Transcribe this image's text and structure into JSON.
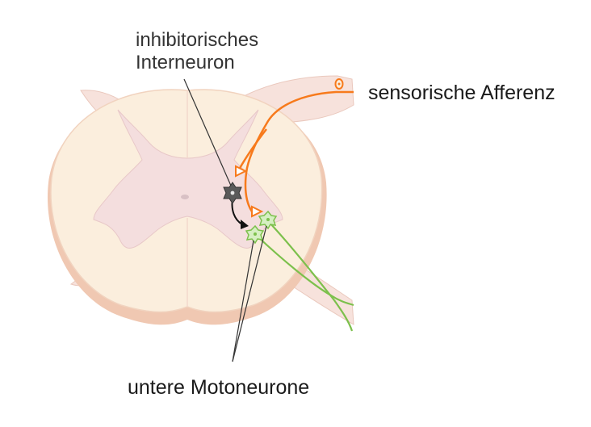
{
  "labels": {
    "interneuron_line1": "inhibitorisches",
    "interneuron_line2": "Interneuron",
    "afferent": "sensorische Afferenz",
    "motoneurons": "untere Motoneurone"
  },
  "colors": {
    "white_matter": "#fbeedd",
    "white_matter_shadow": "#f0c8b2",
    "gray_matter": "#f4dede",
    "root": "#f7e2dc",
    "afferent": "#f77a1c",
    "motoneuron": "#7cc04c",
    "interneuron": "#555555",
    "pointer": "#333333"
  }
}
